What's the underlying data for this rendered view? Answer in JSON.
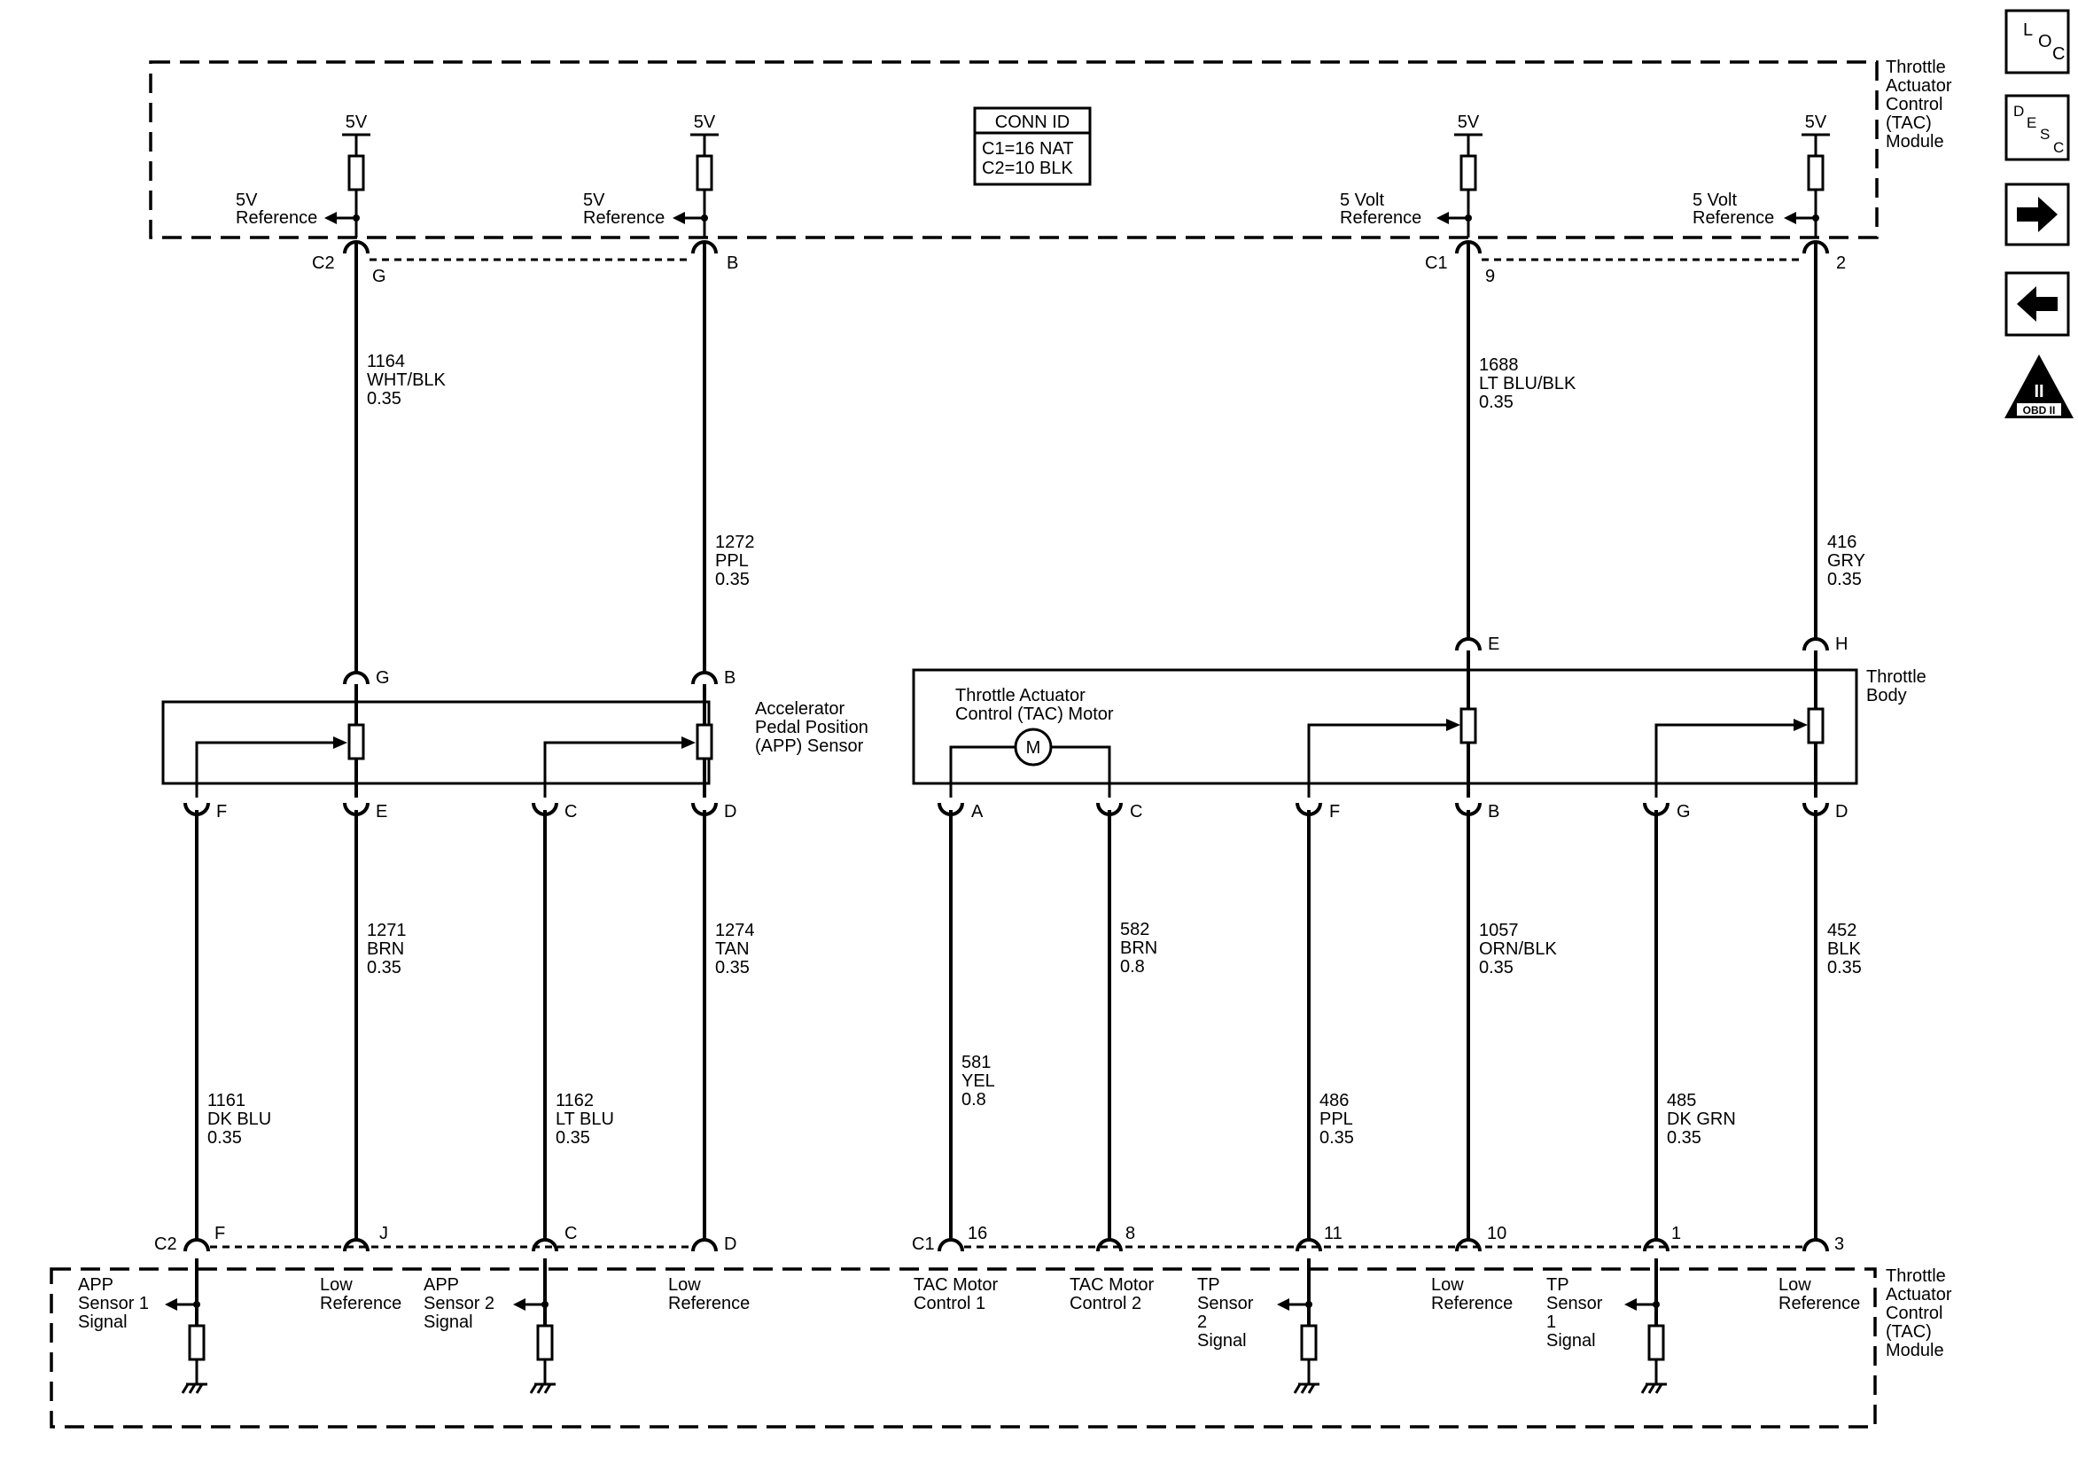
{
  "modules": {
    "tac_top": [
      "Throttle",
      "Actuator",
      "Control",
      "(TAC)",
      "Module"
    ],
    "tac_bottom": [
      "Throttle",
      "Actuator",
      "Control",
      "(TAC)",
      "Module"
    ]
  },
  "conn_id": {
    "title": "CONN ID",
    "c1": "C1=16 NAT",
    "c2": "C2=10 BLK"
  },
  "supply": {
    "v": "5V"
  },
  "refs_top": {
    "g": [
      "5V",
      "Reference"
    ],
    "b": [
      "5V",
      "Reference"
    ],
    "c1_9": [
      "5 Volt",
      "Reference"
    ],
    "c1_2": [
      "5 Volt",
      "Reference"
    ]
  },
  "top_pins": {
    "c2": "C2",
    "g": "G",
    "b": "B",
    "c1": "C1",
    "p9": "9",
    "p2": "2"
  },
  "wires_top": {
    "w1164": [
      "1164",
      "WHT/BLK",
      "0.35"
    ],
    "w1272": [
      "1272",
      "PPL",
      "0.35"
    ],
    "w1688": [
      "1688",
      "LT BLU/BLK",
      "0.35"
    ],
    "w416": [
      "416",
      "GRY",
      "0.35"
    ]
  },
  "app_sensor": {
    "label": [
      "Accelerator",
      "Pedal Position",
      "(APP) Sensor"
    ],
    "pins_top": {
      "g": "G",
      "b": "B"
    },
    "pins_bottom": {
      "f": "F",
      "e": "E",
      "c": "C",
      "d": "D"
    }
  },
  "throttle_body": {
    "label": [
      "Throttle",
      "Body"
    ],
    "motor_label": [
      "Throttle Actuator",
      "Control (TAC) Motor"
    ],
    "motor_symbol": "M",
    "pins_top": {
      "e": "E",
      "h": "H"
    },
    "pins_bottom": {
      "a": "A",
      "c": "C",
      "f": "F",
      "b": "B",
      "g": "G",
      "d": "D"
    }
  },
  "wires_mid": {
    "w1271": [
      "1271",
      "BRN",
      "0.35"
    ],
    "w1274": [
      "1274",
      "TAN",
      "0.35"
    ],
    "w582": [
      "582",
      "BRN",
      "0.8"
    ],
    "w1057": [
      "1057",
      "ORN/BLK",
      "0.35"
    ],
    "w452": [
      "452",
      "BLK",
      "0.35"
    ]
  },
  "wires_low": {
    "w1161": [
      "1161",
      "DK BLU",
      "0.35"
    ],
    "w1162": [
      "1162",
      "LT BLU",
      "0.35"
    ],
    "w581": [
      "581",
      "YEL",
      "0.8"
    ],
    "w486": [
      "486",
      "PPL",
      "0.35"
    ],
    "w485": [
      "485",
      "DK GRN",
      "0.35"
    ]
  },
  "bottom_pins": {
    "c2": "C2",
    "f": "F",
    "j": "J",
    "c": "C",
    "d": "D",
    "c1": "C1",
    "p16": "16",
    "p8": "8",
    "p11": "11",
    "p10": "10",
    "p1": "1",
    "p3": "3"
  },
  "bottom_labels": {
    "app1": [
      "APP",
      "Sensor 1",
      "Signal"
    ],
    "low_ref_j": [
      "Low",
      "Reference"
    ],
    "app2": [
      "APP",
      "Sensor 2",
      "Signal"
    ],
    "low_ref_d": [
      "Low",
      "Reference"
    ],
    "tac1": [
      "TAC Motor",
      "Control 1"
    ],
    "tac2": [
      "TAC Motor",
      "Control 2"
    ],
    "tp2": [
      "TP",
      "Sensor",
      "2",
      "Signal"
    ],
    "low_ref_10": [
      "Low",
      "Reference"
    ],
    "tp1": [
      "TP",
      "Sensor",
      "1",
      "Signal"
    ],
    "low_ref_3": [
      "Low",
      "Reference"
    ]
  },
  "nav": {
    "loc": [
      "L",
      "O",
      "C"
    ],
    "desc": [
      "D",
      "E",
      "S",
      "C"
    ],
    "obd": [
      "II",
      "OBD II"
    ],
    "icons": [
      "location-icon",
      "description-icon",
      "arrow-right-icon",
      "arrow-left-icon",
      "obd-ii-icon"
    ]
  }
}
